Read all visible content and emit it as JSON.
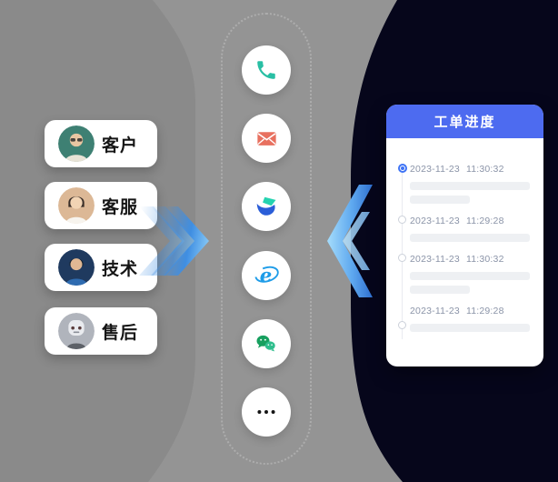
{
  "background": {
    "base_color": "#8a8a8a",
    "light_blob_color": "#949494",
    "dark_panel_color": "#06061b",
    "arrow_blue_dark": "#2f6fd0",
    "arrow_blue_light": "#a5dcfb"
  },
  "contacts": {
    "items": [
      {
        "label": "客户",
        "avatar": "man-with-glasses",
        "avatar_bg": "#3e8073"
      },
      {
        "label": "客服",
        "avatar": "woman",
        "avatar_bg": "#dcb896"
      },
      {
        "label": "技术",
        "avatar": "man-in-uniform",
        "avatar_bg": "#1f3a5f"
      },
      {
        "label": "售后",
        "avatar": "robot",
        "avatar_bg": "#b8bcc4"
      }
    ]
  },
  "channels": {
    "items": [
      {
        "icon": "phone-icon",
        "color": "#29bfa4"
      },
      {
        "icon": "email-icon",
        "color": "#e8705f"
      },
      {
        "icon": "app-logo-icon",
        "colors": [
          "#25d3b0",
          "#2b5ed8"
        ]
      },
      {
        "icon": "ie-browser-icon",
        "color": "#1e9ce8"
      },
      {
        "icon": "wechat-icon",
        "colors": [
          "#17a05f",
          "#2fbe8d"
        ]
      },
      {
        "icon": "more-dots-icon",
        "color": "#151515"
      }
    ]
  },
  "ticket_panel": {
    "title": "工单进度",
    "header_color": "#4d6bf0",
    "entries": [
      {
        "date": "2023-11-23",
        "time": "11:30:32",
        "active": true,
        "placeholder_bars": 2
      },
      {
        "date": "2023-11-23",
        "time": "11:29:28",
        "active": false,
        "placeholder_bars": 1
      },
      {
        "date": "2023-11-23",
        "time": "11:30:32",
        "active": false,
        "placeholder_bars": 2
      },
      {
        "date": "2023-11-23",
        "time": "11:29:28",
        "active": false,
        "placeholder_bars": 1
      }
    ]
  }
}
